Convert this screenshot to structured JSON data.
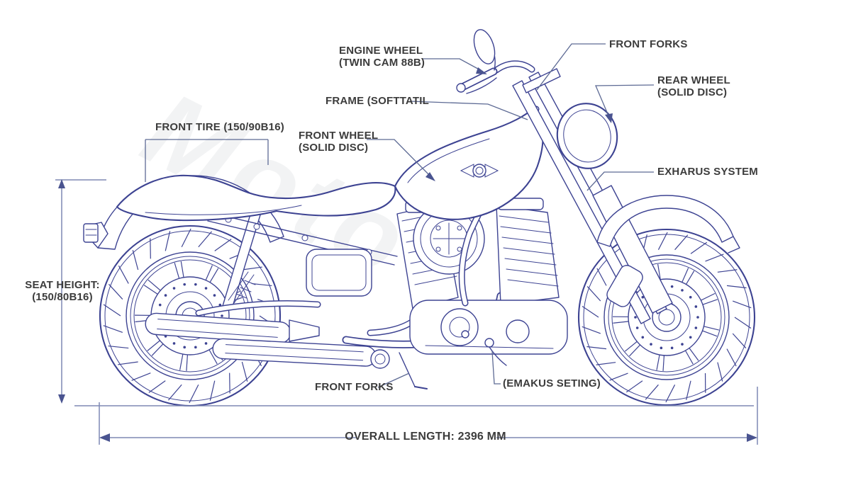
{
  "colors": {
    "ink": "#3d4392",
    "dimension": "#7e89b4",
    "leader": "#5d6a94",
    "label_text": "#3c3c3c",
    "background": "#ffffff"
  },
  "watermark": {
    "text": "Moto"
  },
  "labels": {
    "engine_wheel": {
      "line1": "ENGINE WHEEL",
      "line2": "(TWIN CAM 88B)"
    },
    "frame": {
      "line1": "FRAME (SOFTTATIL"
    },
    "front_tire": {
      "line1": "FRONT TIRE (150/90B16)"
    },
    "front_wheel": {
      "line1": "FRONT WHEEL",
      "line2": "(SOLID DISC)"
    },
    "front_forks_top": {
      "line1": "FRONT FORKS"
    },
    "rear_wheel": {
      "line1": "REAR WHEEL",
      "line2": "(SOLID DISC)"
    },
    "exhaust_system": {
      "line1": "EXHARUS SYSTEM"
    },
    "seat_height": {
      "line1": "SEAT HEIGHT:",
      "line2": "(150/80B16)"
    },
    "front_forks_bottom": {
      "line1": "FRONT FORKS"
    },
    "exhaust_setting": {
      "line1": "(EMAKUS SETING)"
    },
    "overall_length": {
      "line1": "OVERALL LENGTH: 2396 MM"
    }
  }
}
